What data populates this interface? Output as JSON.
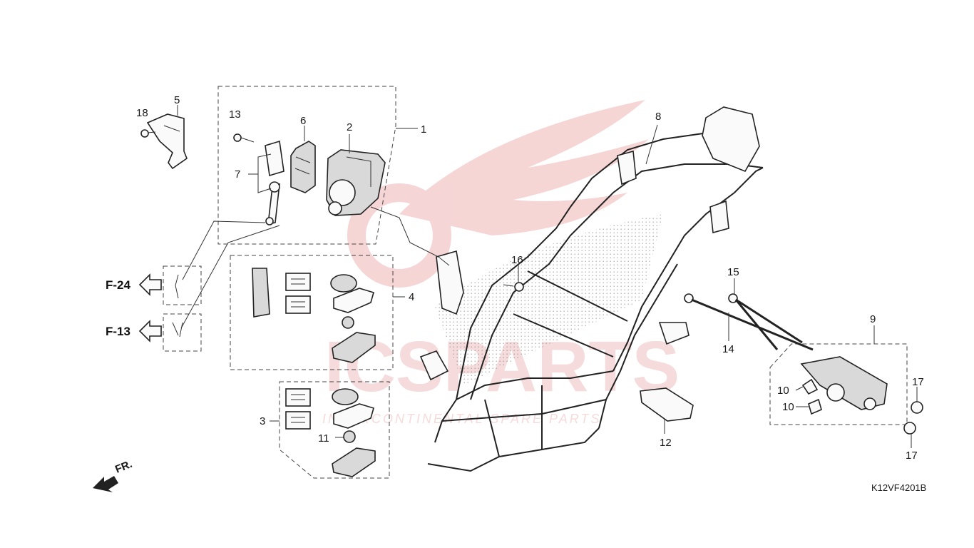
{
  "diagram": {
    "drawing_code": "K12VF4201B",
    "front_label": "FR.",
    "watermark": {
      "main": "ICSPARTS",
      "sub": "INTERCONTINENTAL SPARE PARTS"
    },
    "references": [
      {
        "id": "f24",
        "label": "F-24"
      },
      {
        "id": "f13",
        "label": "F-13"
      }
    ],
    "callouts": [
      {
        "id": "c1",
        "label": "1"
      },
      {
        "id": "c2",
        "label": "2"
      },
      {
        "id": "c3",
        "label": "3"
      },
      {
        "id": "c4",
        "label": "4"
      },
      {
        "id": "c5",
        "label": "5"
      },
      {
        "id": "c6",
        "label": "6"
      },
      {
        "id": "c7",
        "label": "7"
      },
      {
        "id": "c8",
        "label": "8"
      },
      {
        "id": "c9",
        "label": "9"
      },
      {
        "id": "c10a",
        "label": "10"
      },
      {
        "id": "c10b",
        "label": "10"
      },
      {
        "id": "c11",
        "label": "11"
      },
      {
        "id": "c12",
        "label": "12"
      },
      {
        "id": "c13",
        "label": "13"
      },
      {
        "id": "c14",
        "label": "14"
      },
      {
        "id": "c15",
        "label": "15"
      },
      {
        "id": "c16",
        "label": "16"
      },
      {
        "id": "c17a",
        "label": "17"
      },
      {
        "id": "c17b",
        "label": "17"
      },
      {
        "id": "c18",
        "label": "18"
      }
    ]
  }
}
